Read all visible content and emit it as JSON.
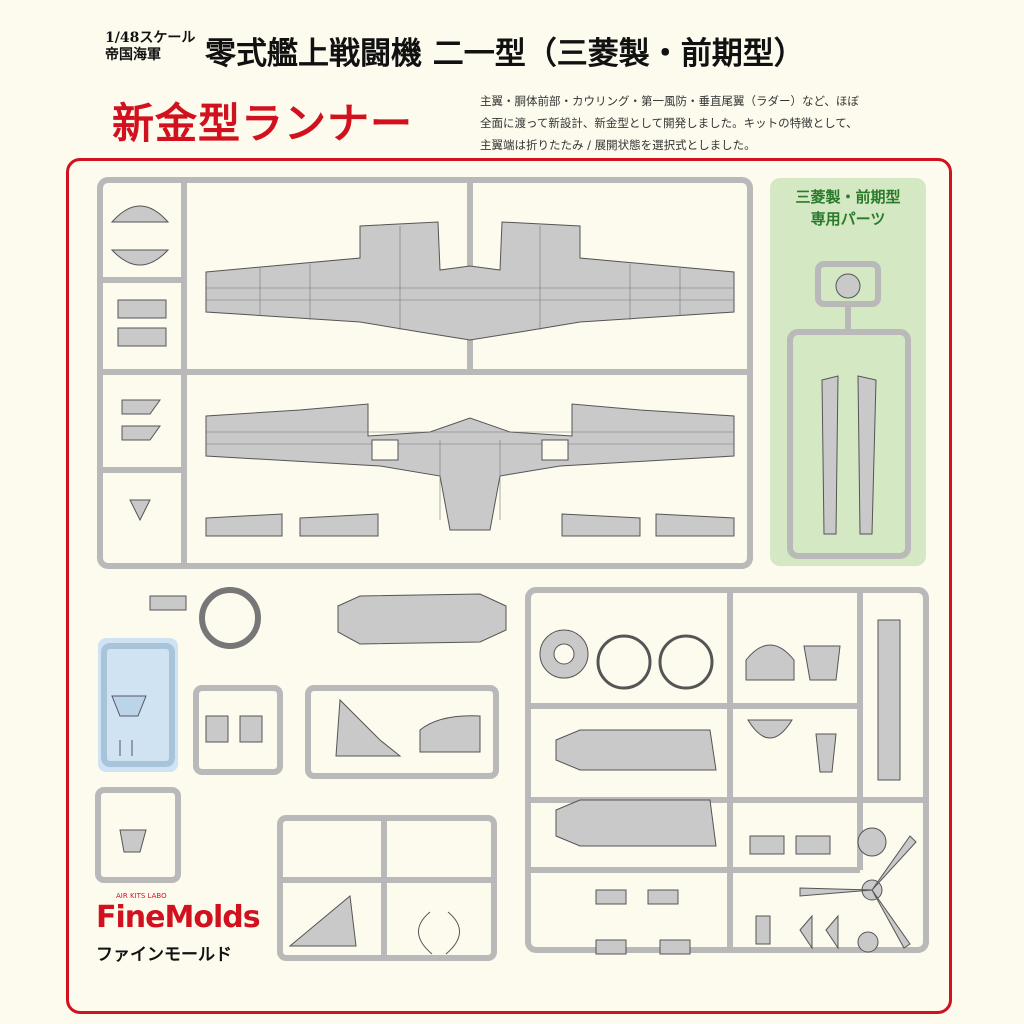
{
  "header": {
    "scale": "1/48スケール",
    "navy": "帝国海軍",
    "title": "零式艦上戦闘機 二一型（三菱製・前期型）",
    "subtitle": "新金型ランナー",
    "description": [
      "主翼・胴体前部・カウリング・第一風防・垂直尾翼（ラダー）など、ほぼ",
      "全面に渡って新設計、新金型として開発しました。キットの特徴として、",
      "主翼端は折りたたみ / 展開状態を選択式としました。"
    ]
  },
  "special_parts": {
    "label_line1": "三菱製・前期型",
    "label_line2": "専用パーツ"
  },
  "brand": {
    "tagline": "AIR KITS LABO",
    "logo": "FineMolds",
    "logo_jp": "ファインモールド"
  },
  "colors": {
    "accent_red": "#d1121e",
    "sprue_gray": "#b8b8b8",
    "special_green": "#d4e8c4",
    "clear_blue": "#cfe3f3"
  }
}
